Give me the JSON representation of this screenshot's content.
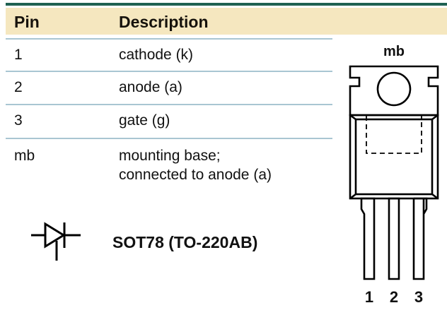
{
  "colors": {
    "header_band": "#f5e7bf",
    "top_rule": "#1f6152",
    "row_separator": "#a9c6d2",
    "text": "#111111",
    "line_art": "#000000",
    "page_background": "#ffffff"
  },
  "table": {
    "headers": {
      "pin": "Pin",
      "description": "Description"
    },
    "rows": [
      {
        "pin": "1",
        "description": "cathode (k)"
      },
      {
        "pin": "2",
        "description": "anode (a)"
      },
      {
        "pin": "3",
        "description": "gate (g)"
      },
      {
        "pin": "mb",
        "description": "mounting base;\nconnected to anode (a)"
      }
    ]
  },
  "footer": {
    "symbol_icon": "thyristor-symbol-icon",
    "package_name": "SOT78 (TO-220AB)"
  },
  "package_drawing": {
    "mounting_base_label": "mb",
    "icon": "to-220-package-outline-icon",
    "lead_labels": [
      "1",
      "2",
      "3"
    ]
  }
}
